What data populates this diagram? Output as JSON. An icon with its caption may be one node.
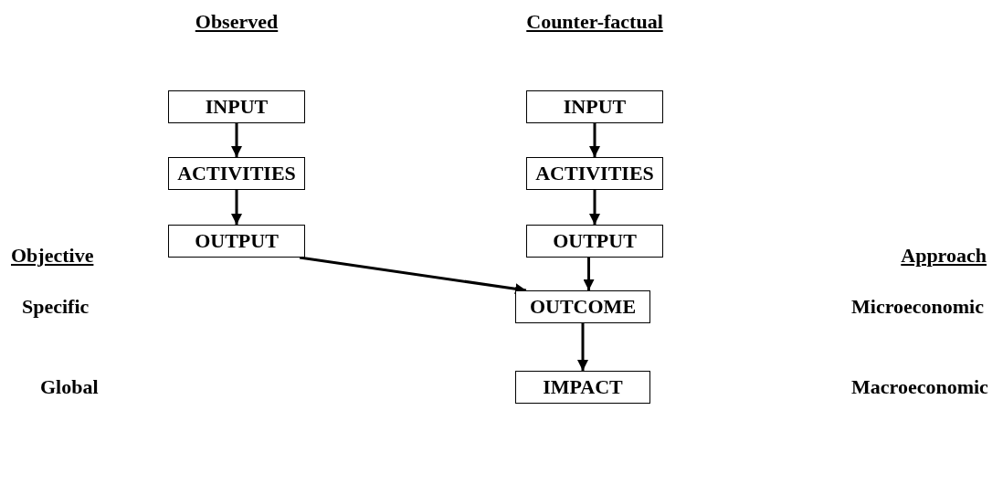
{
  "diagram": {
    "nodes": [
      {
        "text": [
          "INPUT"
        ]
      },
      {
        "text": [
          "ACTIVITIES"
        ]
      },
      {
        "text": [
          "OUTPUT"
        ]
      },
      {
        "text": [
          "INPUT"
        ]
      },
      {
        "text": [
          "ACTIVITIES"
        ]
      },
      {
        "text": [
          "OUTPUT"
        ]
      },
      {
        "text": [
          "OUTCOME"
        ]
      },
      {
        "text": [
          "IMPACT"
        ]
      }
    ],
    "edges": [
      {
        "from": 0,
        "to": 1,
        "arrow": "to"
      },
      {
        "from": 1,
        "to": 2,
        "arrow": "to"
      },
      {
        "from": 3,
        "to": 4,
        "arrow": "to"
      },
      {
        "from": 4,
        "to": 5,
        "arrow": "to"
      },
      {
        "from": 2,
        "to": 6,
        "arrow": "to"
      },
      {
        "from": 5,
        "to": 6,
        "arrow": "to"
      },
      {
        "from": 6,
        "to": 7,
        "arrow": "to"
      }
    ],
    "labels": [
      "Observed",
      "Counter-factual",
      "Objective",
      "Approach",
      "Specific",
      "Microeconomic",
      "Global",
      "Macroeconomic"
    ]
  }
}
